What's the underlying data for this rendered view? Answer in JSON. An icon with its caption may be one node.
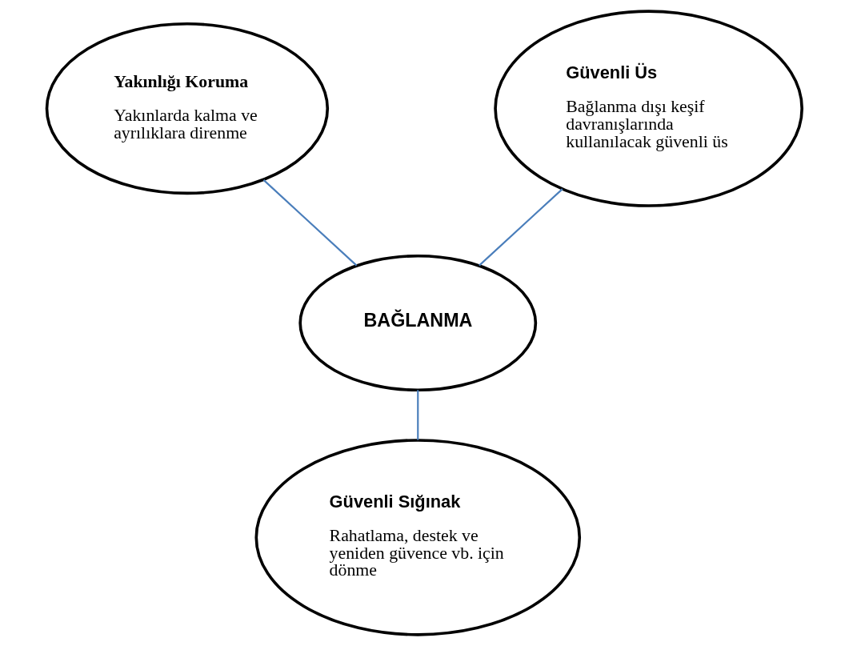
{
  "diagram": {
    "nodes": [
      {
        "text": [
          "Yakınlığı Koruma",
          "Yakınlarda kalma ve ayrılıklara direnme"
        ]
      },
      {
        "text": [
          "Güvenli Üs",
          "Bağlanma dışı keşif davranışlarında kullanılacak güvenli üs"
        ]
      },
      {
        "text": [
          "BAĞLANMA"
        ]
      },
      {
        "text": [
          "Güvenli Sığınak",
          "Rahatlama, destek ve yeniden güvence vb. için dönme"
        ]
      }
    ],
    "edges": [
      {
        "from": 0,
        "to": 2,
        "arrow": "none"
      },
      {
        "from": 1,
        "to": 2,
        "arrow": "none"
      },
      {
        "from": 2,
        "to": 3,
        "arrow": "none"
      }
    ]
  }
}
